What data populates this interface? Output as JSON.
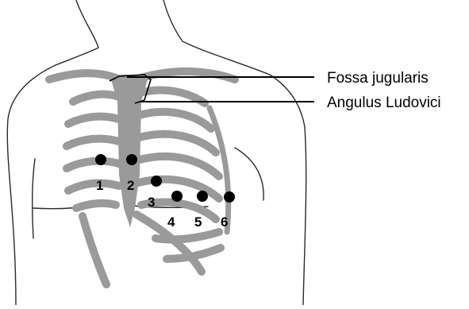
{
  "labels": {
    "fossa": "Fossa jugularis",
    "angulus": "Angulus Ludovici"
  },
  "electrodes": [
    "1",
    "2",
    "3",
    "4",
    "5",
    "6"
  ],
  "colors": {
    "outline": "#2a2a2a",
    "bone": "#9a9a9a",
    "electrode": "#000000",
    "background": "#ffffff"
  }
}
